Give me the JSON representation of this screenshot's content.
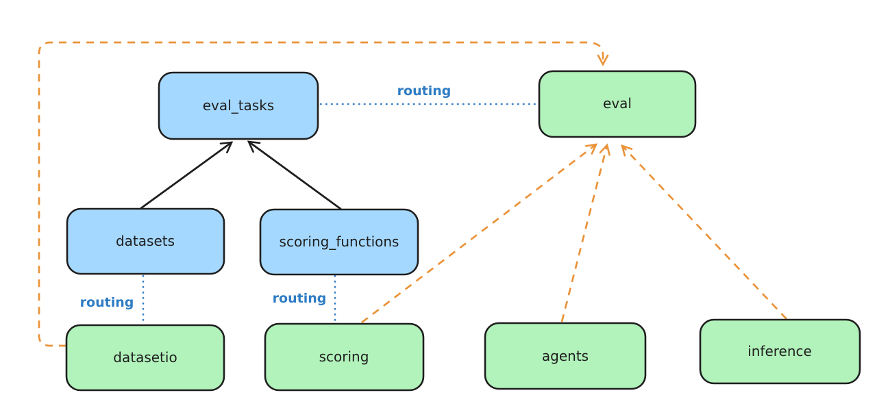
{
  "diagram": {
    "nodes": [
      {
        "id": "eval_tasks",
        "label": "eval_tasks",
        "kind": "resource",
        "fill": "#a5d8ff"
      },
      {
        "id": "eval",
        "label": "eval",
        "kind": "api",
        "fill": "#b2f2bb"
      },
      {
        "id": "datasets",
        "label": "datasets",
        "kind": "resource",
        "fill": "#a5d8ff"
      },
      {
        "id": "scoring_functions",
        "label": "scoring_functions",
        "kind": "resource",
        "fill": "#a5d8ff"
      },
      {
        "id": "datasetio",
        "label": "datasetio",
        "kind": "api",
        "fill": "#b2f2bb"
      },
      {
        "id": "scoring",
        "label": "scoring",
        "kind": "api",
        "fill": "#b2f2bb"
      },
      {
        "id": "agents",
        "label": "agents",
        "kind": "api",
        "fill": "#b2f2bb"
      },
      {
        "id": "inference",
        "label": "inference",
        "kind": "api",
        "fill": "#b2f2bb"
      }
    ],
    "routing_labels": [
      {
        "text": "routing",
        "between": [
          "eval_tasks",
          "eval"
        ]
      },
      {
        "text": "routing",
        "between": [
          "datasets",
          "datasetio"
        ]
      },
      {
        "text": "routing",
        "between": [
          "scoring_functions",
          "scoring"
        ]
      }
    ],
    "arrows": [
      {
        "from": "datasets",
        "to": "eval_tasks",
        "style": "solid-black"
      },
      {
        "from": "scoring_functions",
        "to": "eval_tasks",
        "style": "solid-black"
      },
      {
        "from": "datasetio",
        "to": "eval",
        "style": "dashed-orange"
      },
      {
        "from": "scoring",
        "to": "eval",
        "style": "dashed-orange"
      },
      {
        "from": "agents",
        "to": "eval",
        "style": "dashed-orange"
      },
      {
        "from": "inference",
        "to": "eval",
        "style": "dashed-orange"
      }
    ],
    "dotted_links": [
      {
        "from": "eval_tasks",
        "to": "eval"
      },
      {
        "from": "datasets",
        "to": "datasetio"
      },
      {
        "from": "scoring_functions",
        "to": "scoring"
      }
    ]
  },
  "colors": {
    "background": "#ffffff",
    "node_border": "#1e1e1e",
    "node_fill_blue": "#a5d8ff",
    "node_fill_green": "#b2f2bb",
    "solid_arrow": "#1e1e1e",
    "dashed_arrow_orange": "#ea9339",
    "dotted_line_blue": "#3a80c8",
    "routing_text_blue": "#2e7cc3"
  }
}
